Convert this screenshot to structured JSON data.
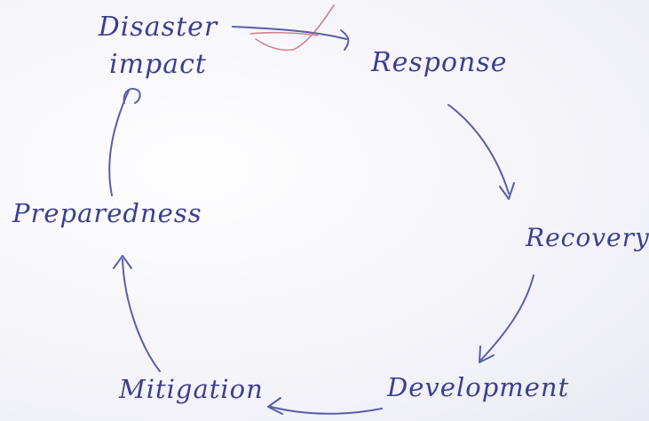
{
  "diagram": {
    "nodes": {
      "disaster_impact_line1": "Disaster",
      "disaster_impact_line2": "impact",
      "response": "Response",
      "recovery": "Recovery",
      "development": "Development",
      "mitigation": "Mitigation",
      "preparedness": "Preparedness"
    },
    "edges": [
      {
        "from": "Disaster impact",
        "to": "Response"
      },
      {
        "from": "Response",
        "to": "Recovery"
      },
      {
        "from": "Recovery",
        "to": "Development"
      },
      {
        "from": "Development",
        "to": "Mitigation"
      },
      {
        "from": "Mitigation",
        "to": "Preparedness"
      },
      {
        "from": "Preparedness",
        "to": "Disaster impact"
      }
    ],
    "colors": {
      "ink": "#3c3f8f",
      "red_mark": "#c85a6a"
    }
  }
}
